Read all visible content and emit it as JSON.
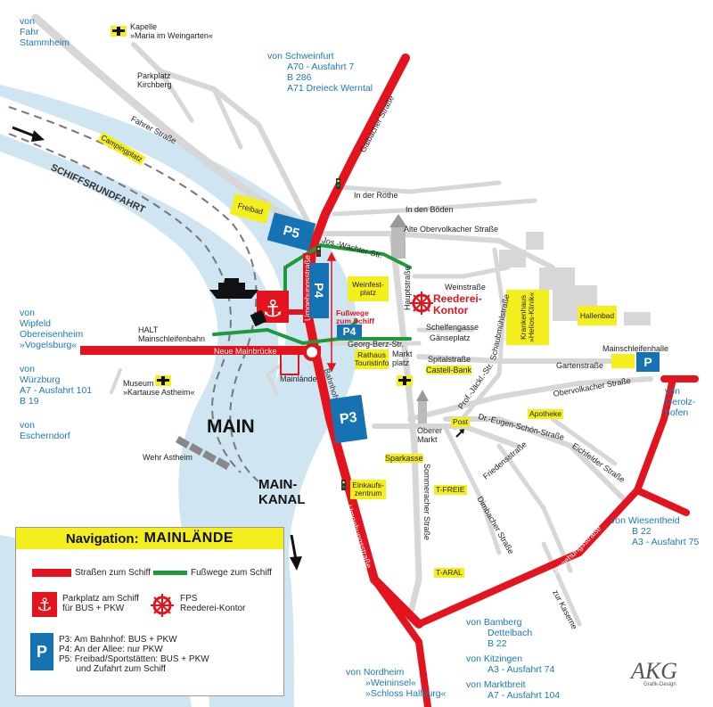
{
  "directions": {
    "fahr_stammheim": [
      "von",
      "Fahr",
      "Stammheim"
    ],
    "schweinfurt": [
      "von Schweinfurt",
      "A70 - Ausfahrt 7",
      "B 286",
      "A71 Dreieck Werntal"
    ],
    "wipfeld": [
      "von",
      "Wipfeld",
      "Obereisenheim",
      "»Vogelsburg«"
    ],
    "wuerzburg": [
      "von",
      "Würzburg",
      "A7 - Ausfahrt 101",
      "B 19"
    ],
    "escherndorf": [
      "von",
      "Escherndorf"
    ],
    "gerolzhofen": [
      "von",
      "Gerolz-",
      "hofen"
    ],
    "wiesentheid": [
      "von Wiesentheid",
      "B 22",
      "A3 - Ausfahrt 75"
    ],
    "bamberg": [
      "von Bamberg",
      "Dettelbach",
      "B 22"
    ],
    "kitzingen": [
      "von Kitzingen",
      "A3 - Ausfahrt 74"
    ],
    "marktbreit": [
      "von Marktbreit",
      "A7 - Ausfahrt 104"
    ],
    "nordheim": [
      "von Nordheim",
      "»Weininsel«",
      "»Schloss Hallburg«"
    ]
  },
  "streets": {
    "fahrer_strasse": "Fahrer Straße",
    "gaibacher_strasse": "Gaibacher Straße",
    "in_der_roethe": "In der Röthe",
    "in_den_boeden": "In den Böden",
    "alte_obervolkacher": "Alte Obervolkacher Straße",
    "jos_waechter": "Jos.-Wächter-Str.",
    "umgehungsstrasse_1": "Umgehungsstraße",
    "hauptstrasse": "Hauptstraße",
    "weinstrasse": "Weinstraße",
    "schelfengasse": "Schelfengasse",
    "gaenseplatz": "Gänseplatz",
    "spitalstrasse": "Spitalstraße",
    "georg_berz": "Georg-Berz-Str.",
    "gartenstrasse": "Gartenstraße",
    "schaubmuehl": "Schaubmühlstraße",
    "prof_jaeckl": "Prof.-Jäckl.-Str.",
    "obervolkacher": "Obervolkacher Straße",
    "dr_eugen": "Dr.-Eugen-Schön-Straße",
    "eichfelder": "Eichfelder Straße",
    "friedensstrasse": "Friedensstraße",
    "dimbacher": "Dimbacher Straße",
    "sommeracher": "Sommeracher Straße",
    "umgehungsstrasse_2": "Umgehungsstraße",
    "umgehungsstrasse_3": "Umgehungsstraße",
    "zur_kaserne": "zur Kaserne",
    "bahnhofstrasse": "Bahnhofstraße",
    "mainlaende": "Mainlände",
    "neue_mainbruecke": "Neue Mainbrücke"
  },
  "places": {
    "kapelle": [
      "Kapelle",
      "»Maria im Weingarten«"
    ],
    "parkplatz_kirchberg": [
      "Parkplatz",
      "Kirchberg"
    ],
    "campingplatz": "Campingplatz",
    "freibad": "Freibad",
    "weinfestplatz": [
      "Weinfest-",
      "platz"
    ],
    "reederei": [
      "Reederei-",
      "Kontor"
    ],
    "hallenbad": "Hallenbad",
    "krankenhaus": [
      "Krankenhaus",
      "»Helios-Klinik«"
    ],
    "mainschleifenhalle": "Mainschleifenhalle",
    "halt": [
      "HALT",
      "Mainschleifenbahn"
    ],
    "rathaus": [
      "Rathaus",
      "Touristinfo"
    ],
    "markt_platz": [
      "Markt",
      "platz"
    ],
    "castell_bank": "Castell-Bank",
    "museum": [
      "Museum",
      "»Kartause Astheim«"
    ],
    "oberer_markt": [
      "Oberer",
      "Markt"
    ],
    "post": "Post",
    "apotheke": "Apotheke",
    "sparkasse": "Sparkasse",
    "einkaufszentrum": [
      "Einkaufs-",
      "zentrum"
    ],
    "t_freie": "T-FREIE",
    "t_aral": "T-ARAL",
    "wehr_astheim": "Wehr Astheim",
    "fusswege": [
      "Fußwege",
      "zum Schiff"
    ]
  },
  "water": {
    "main": "MAIN",
    "mainkanal": [
      "MAIN-",
      "KANAL"
    ],
    "schiffsrundfahrt": "SCHIFFSRUNDFAHRT"
  },
  "parking": {
    "p5": "P5",
    "p4": "P4",
    "p4b": "P4",
    "p3": "P3",
    "hall": "P"
  },
  "legend": {
    "title_prefix": "Navigation:",
    "title_main": "MAINLÄNDE",
    "roads": "Straßen zum Schiff",
    "foot": "Fußwege zum Schiff",
    "parkplatz": [
      "Parkplatz am Schiff",
      "für BUS + PKW"
    ],
    "fps": [
      "FPS",
      "Reederei-Kontor"
    ],
    "p_symbol": "P",
    "p_lines": [
      "P3:  Am Bahnhof: BUS + PKW",
      "P4:  An der Allee: nur PKW",
      "P5:  Freibad/Sportstätten: BUS + PKW",
      "       und Zufahrt zum Schiff"
    ]
  },
  "logo": {
    "text": "AKG",
    "sub": "Grafik-Design"
  },
  "colors": {
    "road_red": "#e4141e",
    "foot_green": "#1f9a3b",
    "water": "#cfe6f2",
    "street_grey": "#d7d7d7",
    "parking_blue": "#1673b3",
    "highlight_yellow": "#f4ef1c",
    "direction_blue": "#1a7ab5"
  }
}
